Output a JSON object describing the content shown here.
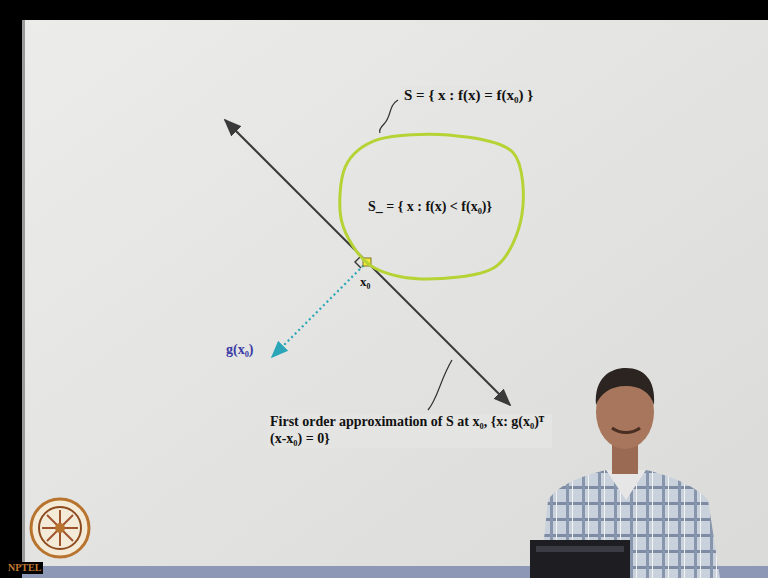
{
  "diagram": {
    "nodes": [
      {
        "text": [
          "S_ = { x : f(x) < f(x₀)}"
        ]
      }
    ],
    "labels": [
      "S = { x : f(x) = f(x₀) }",
      "x₀",
      "g(x₀)",
      "First order approximation of S at x₀, {x: g(x₀)ᵀ (x-x₀) = 0}",
      "NPTEL"
    ]
  }
}
